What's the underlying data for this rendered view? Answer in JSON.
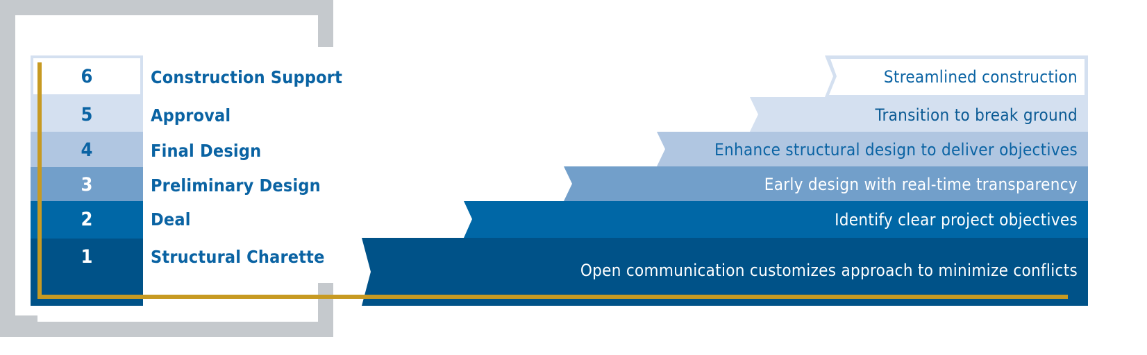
{
  "diagram": {
    "type": "stepped-process",
    "colors": {
      "frame_gray": "#c5c9cd",
      "gold_line": "#c79a22",
      "stage_label": "#0a63a3",
      "step_6": "#ffffff",
      "step_6_border": "#d4e0f0",
      "step_5": "#d4e0f0",
      "step_4": "#b0c6e1",
      "step_3": "#729fca",
      "step_2": "#0067a6",
      "step_1": "#005288"
    },
    "steps": [
      {
        "number": "6",
        "stage": "Construction Support",
        "description": "Streamlined construction"
      },
      {
        "number": "5",
        "stage": "Approval",
        "description": "Transition to break ground"
      },
      {
        "number": "4",
        "stage": "Final Design",
        "description": "Enhance structural design to deliver objectives"
      },
      {
        "number": "3",
        "stage": "Preliminary Design",
        "description": "Early design with real-time transparency"
      },
      {
        "number": "2",
        "stage": "Deal",
        "description": "Identify clear project objectives"
      },
      {
        "number": "1",
        "stage": "Structural Charette",
        "description": "Open communication customizes approach to minimize conflicts"
      }
    ]
  }
}
